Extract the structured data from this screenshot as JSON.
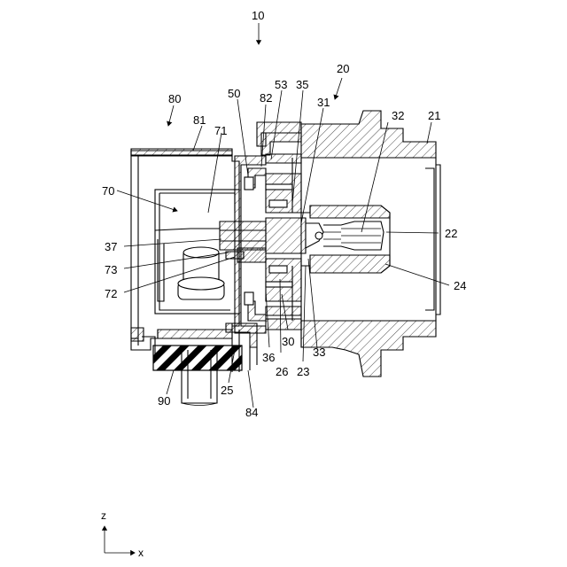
{
  "labels": {
    "l10": "10",
    "l20": "20",
    "l21": "21",
    "l22": "22",
    "l23": "23",
    "l24": "24",
    "l25": "25",
    "l26": "26",
    "l30": "30",
    "l31": "31",
    "l32": "32",
    "l33": "33",
    "l35": "35",
    "l36": "36",
    "l37": "37",
    "l50": "50",
    "l53": "53",
    "l70": "70",
    "l71": "71",
    "l72": "72",
    "l73": "73",
    "l80": "80",
    "l81": "81",
    "l82": "82",
    "l84": "84",
    "l90": "90"
  },
  "axes": {
    "z": "z",
    "x": "x"
  }
}
